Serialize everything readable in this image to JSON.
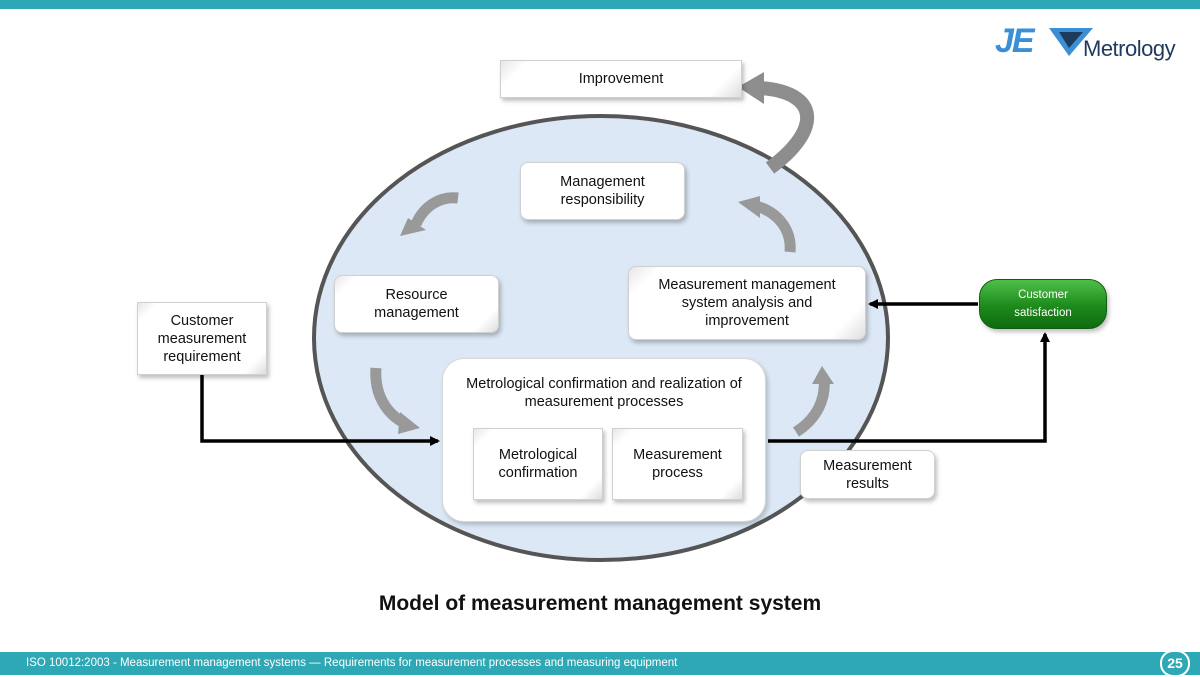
{
  "header": {
    "logo_mark": "JE",
    "logo_word": "Metrology"
  },
  "diagram": {
    "improvement": "Improvement",
    "management_responsibility": "Management responsibility",
    "resource_management": "Resource management",
    "analysis_improvement": "Measurement management system analysis and improvement",
    "customer_requirement": "Customer measurement requirement",
    "customer_satisfaction": "Customer satisfaction",
    "realization_title": "Metrological confirmation and realization of measurement processes",
    "metrological_confirmation": "Metrological confirmation",
    "measurement_process": "Measurement process",
    "measurement_results": "Measurement results"
  },
  "caption": "Model of measurement management system",
  "footer": {
    "text": "ISO 10012:2003 - Measurement management systems — Requirements for measurement processes and measuring equipment",
    "page_number": "25"
  },
  "colors": {
    "accent_bar": "#2fa8b5",
    "ellipse_fill": "#dce8f5",
    "ellipse_stroke": "#555555",
    "satisfaction_green": "#1d8a1b",
    "logo_blue": "#3b8fd6",
    "logo_dark": "#1e3a5c"
  }
}
